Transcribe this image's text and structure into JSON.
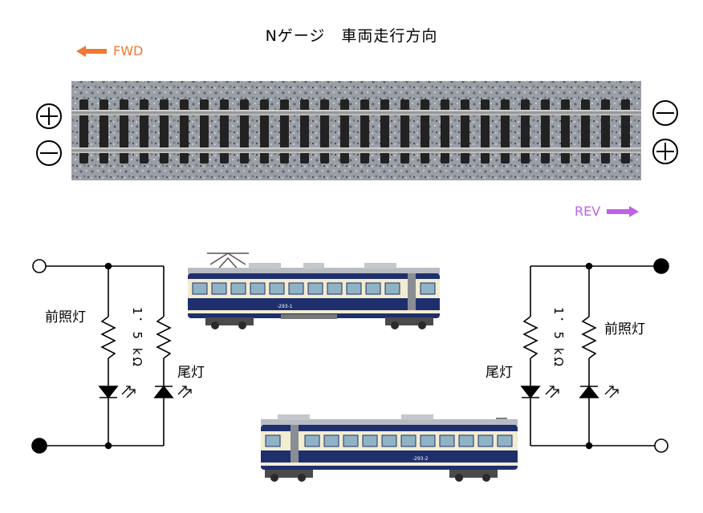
{
  "title": "Nゲージ　車両走行方向",
  "direction": {
    "fwd_label": "FWD",
    "rev_label": "REV",
    "fwd_color": "#f07830",
    "rev_color": "#c060e8"
  },
  "track": {
    "left_top_symbol": "plus-circle-icon",
    "left_bottom_symbol": "minus-circle-icon",
    "right_top_symbol": "minus-circle-icon",
    "right_bottom_symbol": "plus-circle-icon"
  },
  "circuit_left": {
    "headlight_label": "前照灯",
    "taillight_label": "尾灯",
    "resistor_label": "1．5 kΩ"
  },
  "circuit_right": {
    "headlight_label": "前照灯",
    "taillight_label": "尾灯",
    "resistor_label": "1．5 kΩ"
  },
  "train": {
    "upper_number": "-293-1",
    "lower_number": "-293-2",
    "body_color": "#1f2f6e",
    "cream_color": "#f2ecd0"
  }
}
